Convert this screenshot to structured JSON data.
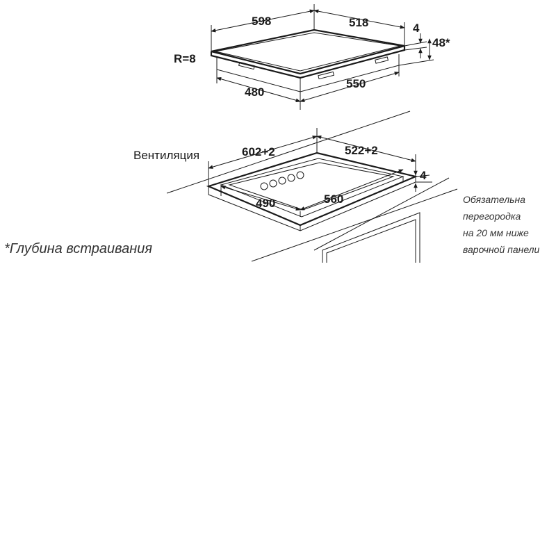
{
  "hob": {
    "width": "598",
    "depth": "518",
    "glass_thickness": "4",
    "radius": "R=8",
    "built_in_depth": "48*",
    "underside_depth": "480",
    "underside_width": "550"
  },
  "cutout": {
    "ventilation_label": "Вентиляция",
    "width": "602+2",
    "depth": "522+2",
    "inner_depth": "490",
    "inner_width": "560",
    "thickness": "4"
  },
  "note": {
    "line1": "Обязательна",
    "line2": "перегородка",
    "line3": "на 20 мм ниже",
    "line4": "варочной панели"
  },
  "footnote": "*Глубина встраивания"
}
